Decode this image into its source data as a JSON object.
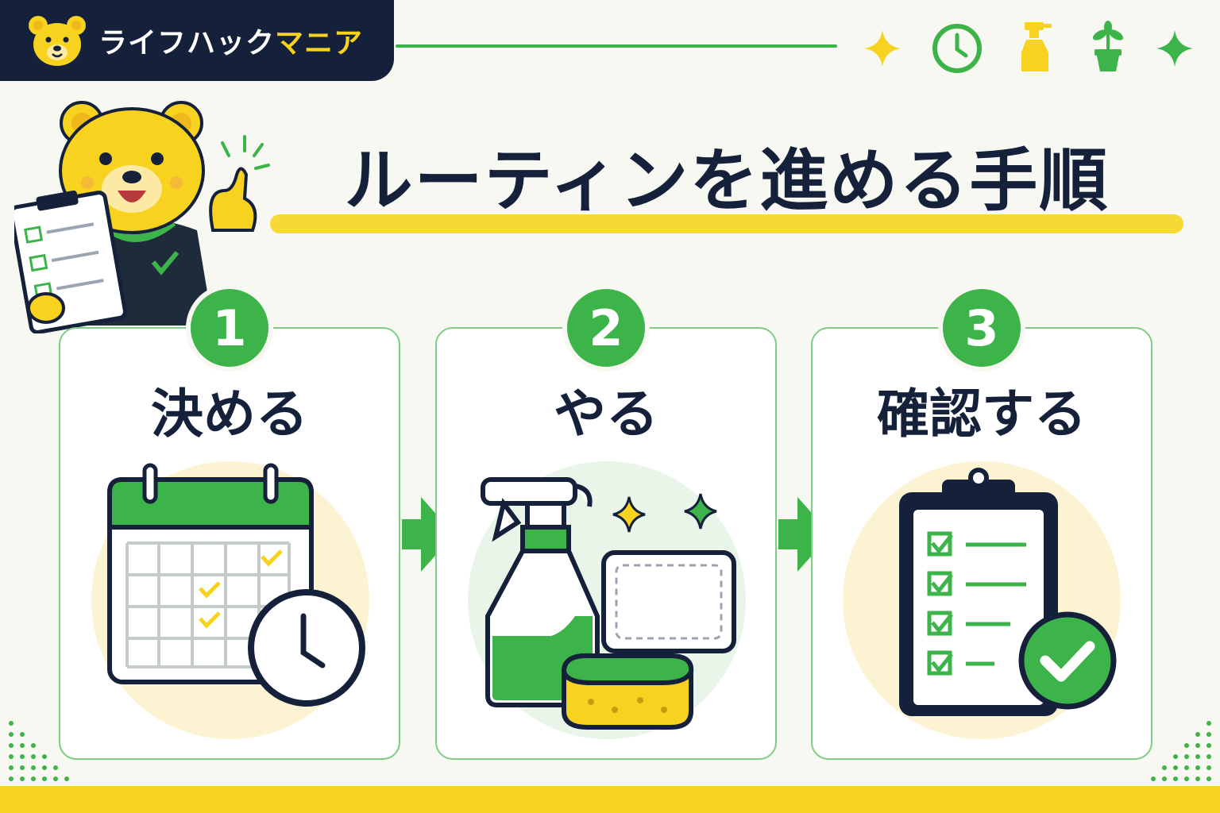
{
  "header": {
    "brand_part1": "ライフハック",
    "brand_part2": "マニア"
  },
  "title": "ルーティンを進める手順",
  "steps": [
    {
      "number": "1",
      "label": "決める",
      "icon": "calendar-clock-icon"
    },
    {
      "number": "2",
      "label": "やる",
      "icon": "cleaning-spray-icon"
    },
    {
      "number": "3",
      "label": "確認する",
      "icon": "checklist-clipboard-icon"
    }
  ],
  "top_icons": [
    "sparkle-icon",
    "clock-icon",
    "spray-bottle-icon",
    "potted-plant-icon",
    "sparkle-icon"
  ],
  "colors": {
    "navy": "#15213a",
    "green": "#3cb44a",
    "yellow": "#f7d21e",
    "background": "#f8f8f2"
  }
}
